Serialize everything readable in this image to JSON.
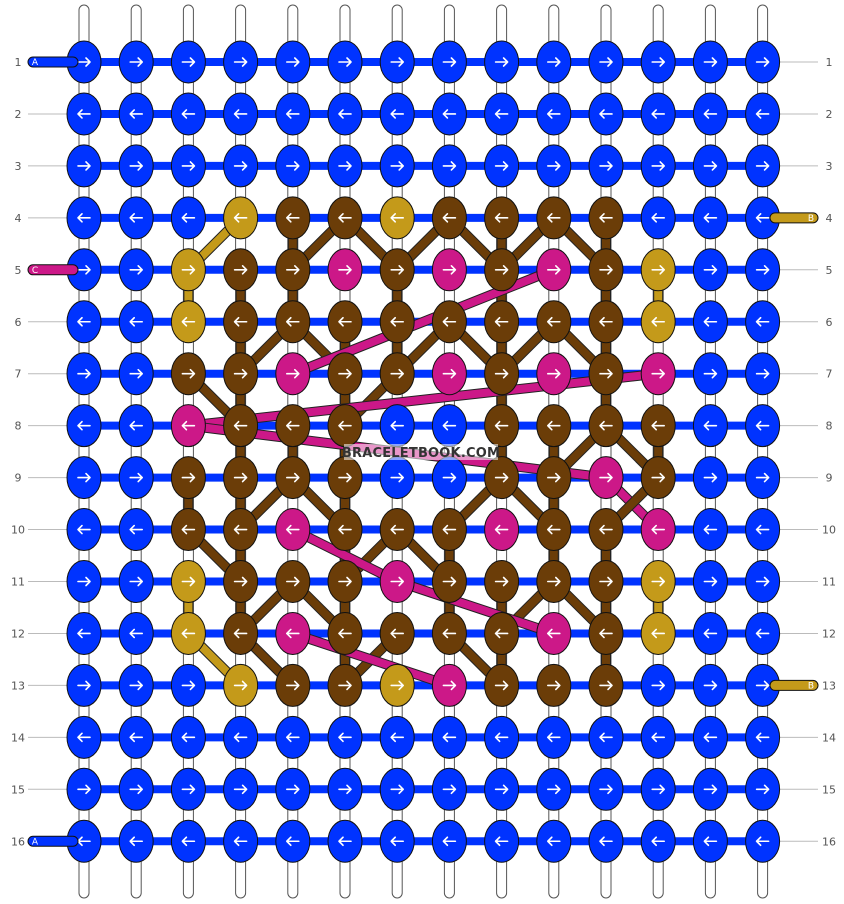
{
  "watermark": "BRACELETBOOK.COM",
  "colors": {
    "A": "#0033ff",
    "B": "#c49a1a",
    "C": "#cc1888",
    "D": "#6b3d08"
  },
  "legend": {
    "left": [
      {
        "row": 1,
        "label": "A",
        "color": "A"
      },
      {
        "row": 5,
        "label": "C",
        "color": "C"
      },
      {
        "row": 16,
        "label": "A",
        "color": "A"
      }
    ],
    "right": [
      {
        "row": 4,
        "label": "B",
        "color": "B"
      },
      {
        "row": 13,
        "label": "B",
        "color": "B"
      }
    ]
  },
  "pattern": {
    "columns": 14,
    "rows": [
      {
        "label": "1",
        "dir": "R",
        "knots": "AAAAAAAAAAAAAA"
      },
      {
        "label": "2",
        "dir": "L",
        "knots": "AAAAAAAAAAAAAA"
      },
      {
        "label": "3",
        "dir": "R",
        "knots": "AAAAAAAAAAAAAA"
      },
      {
        "label": "4",
        "dir": "L",
        "knots": "AAABDDBDDDDAAA"
      },
      {
        "label": "5",
        "dir": "R",
        "knots": "AABDDCDCDCDBAA"
      },
      {
        "label": "6",
        "dir": "L",
        "knots": "AABDDDDDDDDBAA"
      },
      {
        "label": "7",
        "dir": "R",
        "knots": "AADDCDDCDCDCAA"
      },
      {
        "label": "8",
        "dir": "L",
        "knots": "AACDDDAADDDDAA"
      },
      {
        "label": "9",
        "dir": "R",
        "knots": "AADDDDAADDCDAA"
      },
      {
        "label": "10",
        "dir": "L",
        "knots": "AADDCDDDCDDCAA"
      },
      {
        "label": "11",
        "dir": "R",
        "knots": "AABDDDCDDDDBAA"
      },
      {
        "label": "12",
        "dir": "L",
        "knots": "AABDCDDDDCDBAA"
      },
      {
        "label": "13",
        "dir": "R",
        "knots": "AAABDDBCDDDAAA"
      },
      {
        "label": "14",
        "dir": "L",
        "knots": "AAAAAAAAAAAAAA"
      },
      {
        "label": "15",
        "dir": "R",
        "knots": "AAAAAAAAAAAAAA"
      },
      {
        "label": "16",
        "dir": "L",
        "knots": "AAAAAAAAAAAAAA"
      }
    ]
  }
}
